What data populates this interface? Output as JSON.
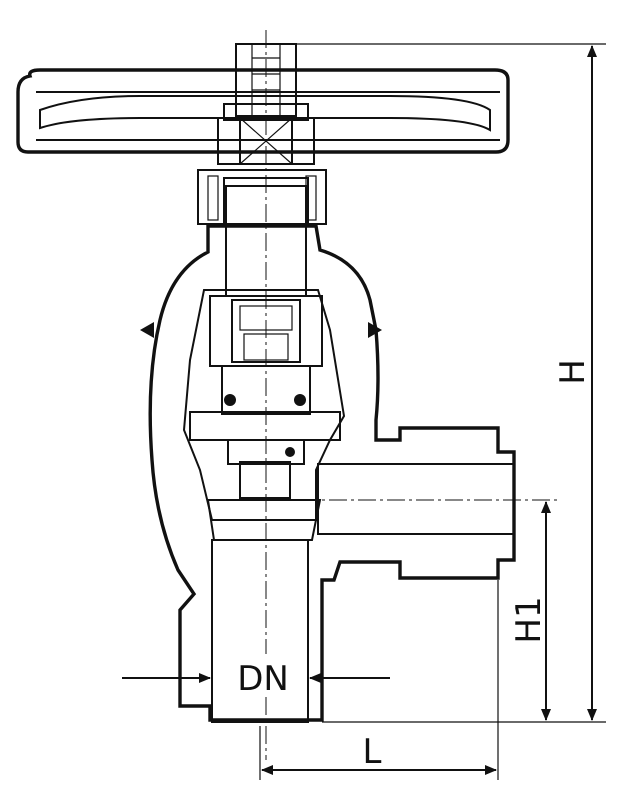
{
  "labels": {
    "height_total": "H",
    "height_outlet": "H1",
    "length": "L",
    "nominal_diameter": "DN"
  }
}
